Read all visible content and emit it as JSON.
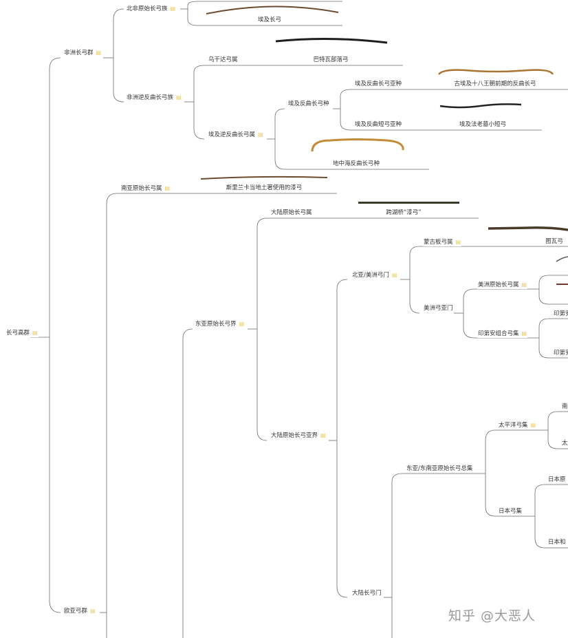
{
  "note_icon": "note-icon",
  "root": {
    "label": "长弓高群"
  },
  "groups": {
    "africa": {
      "label": "非洲长弓群",
      "north": {
        "label": "北非原始长弓族",
        "egypt_bow": "埃及长弓"
      },
      "reflex": {
        "label": "非洲逆反曲长弓族",
        "uganda": {
          "label": "乌干达弓属",
          "batwa": "巴特瓦部落弓"
        },
        "egypt_reflex": {
          "label": "埃及逆反曲长弓属",
          "species": {
            "label": "埃及反曲长弓种",
            "sub_long": {
              "label": "埃及反曲长弓亚种",
              "item": "古埃及十八王朝前期的反曲长弓"
            },
            "sub_short": {
              "label": "埃及反曲短弓亚种",
              "item": "埃及法老墓小短弓"
            }
          },
          "mediterranean": "地中海反曲长弓种"
        }
      }
    },
    "eurasia": {
      "label": "欧亚弓群",
      "south_asia": {
        "label": "南亚原始长弓属",
        "item": "斯里兰卡当地土著使用的漆弓"
      },
      "east_asia": {
        "label": "东亚原始长弓界",
        "continental_genus": {
          "label": "大陆原始长弓属",
          "item": "跨湖桥“漆弓”"
        },
        "continental_subrealm": {
          "label": "大陆原始长弓亚界",
          "north_asia": {
            "label": "北亚/美洲弓门",
            "mongol": {
              "label": "蒙古板弓属",
              "item": "图瓦弓"
            },
            "america": {
              "label": "美洲弓亚门",
              "native": {
                "label": "美洲原始长弓属"
              },
              "indian": {
                "label": "印第安组合弓集",
                "sub1": "印第安",
                "sub2": "印第安"
              }
            }
          },
          "continental_longbow": {
            "label": "大陆长弓门",
            "se_asia": {
              "label": "东亚/东南亚原始长弓总集",
              "pacific": {
                "label": "太平洋弓集",
                "sub1": "南",
                "sub2": "太"
              },
              "japan": {
                "label": "日本弓集",
                "sub1": "日本原",
                "sub2": "日本和"
              }
            }
          }
        }
      }
    }
  },
  "watermark": "知乎 @大恶人",
  "colors": {
    "line": "#555555",
    "note": "#e8c95a",
    "bow_dark": "#3b2a1c",
    "bow_light": "#a8742f"
  }
}
